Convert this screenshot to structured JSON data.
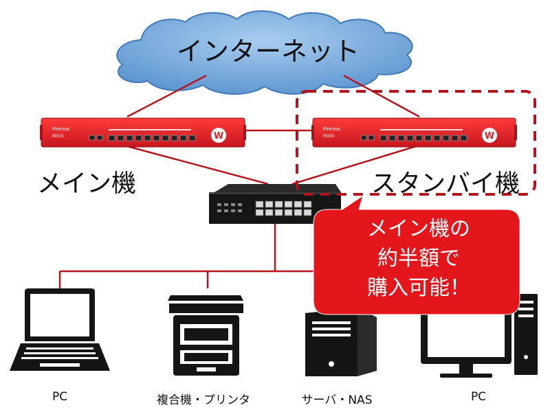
{
  "cloud": {
    "label": "インターネット"
  },
  "firewalls": {
    "main": {
      "label": "メイン機",
      "model": "M300"
    },
    "standby": {
      "label": "スタンバイ機",
      "model": "M300"
    }
  },
  "callout": {
    "lines": [
      "メイン機の",
      "約半額で",
      "購入可能！"
    ]
  },
  "devices": {
    "laptop": {
      "label": "PC"
    },
    "printer": {
      "label": "複合機・プリンタ"
    },
    "server": {
      "label": "サーバ・NAS"
    },
    "desktop": {
      "label": "PC"
    }
  },
  "colors": {
    "link_line": "#b8141c",
    "firewall_red": "#d8232a",
    "cloud_fill": "#6aa2d8",
    "callout_fill": "#e3161c",
    "standby_dash": "#b0141c",
    "device_black": "#151515"
  }
}
